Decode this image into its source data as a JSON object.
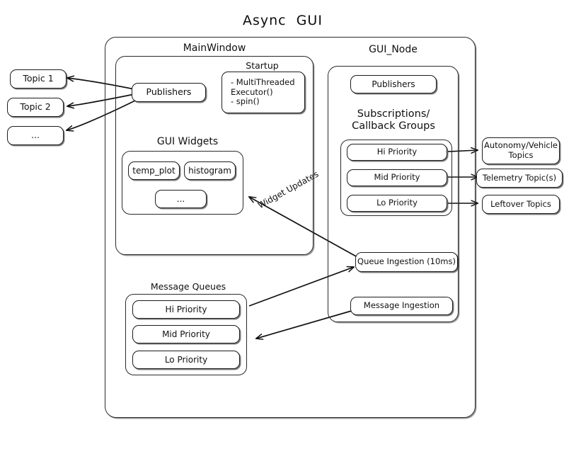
{
  "title": "Async  GUI",
  "outer_container": {
    "name": "async-gui-outer-container"
  },
  "left_topics": [
    {
      "label": "Topic 1"
    },
    {
      "label": "Topic 2"
    },
    {
      "label": "..."
    }
  ],
  "main_window": {
    "label": "MainWindow",
    "publishers": {
      "label": "Publishers"
    },
    "startup": {
      "label": "Startup",
      "items": "- MultiThreaded\n  Executor()\n- spin()"
    },
    "gui_widgets": {
      "label": "GUI Widgets",
      "widgets": [
        {
          "label": "temp_plot"
        },
        {
          "label": "histogram"
        },
        {
          "label": "..."
        }
      ]
    }
  },
  "gui_node": {
    "label": "GUI_Node",
    "publishers": {
      "label": "Publishers"
    },
    "subscriptions": {
      "label": "Subscriptions/\nCallback Groups",
      "groups": [
        {
          "label": "Hi Priority"
        },
        {
          "label": "Mid Priority"
        },
        {
          "label": "Lo Priority"
        }
      ]
    },
    "queue_ingestion": {
      "label": "Queue Ingestion (10ms)"
    },
    "message_ingestion": {
      "label": "Message Ingestion"
    }
  },
  "message_queues": {
    "label": "Message Queues",
    "queues": [
      {
        "label": "Hi Priority"
      },
      {
        "label": "Mid Priority"
      },
      {
        "label": "Lo Priority"
      }
    ]
  },
  "right_topics": [
    {
      "label": "Autonomy/Vehicle\nTopics"
    },
    {
      "label": "Telemetry Topic(s)"
    },
    {
      "label": "Leftover Topics"
    }
  ],
  "arrow_labels": [
    {
      "label": "Widget Updates"
    }
  ],
  "colors": {
    "stroke": "#1d1d1d",
    "background": "#ffffff",
    "text": "#101010"
  }
}
